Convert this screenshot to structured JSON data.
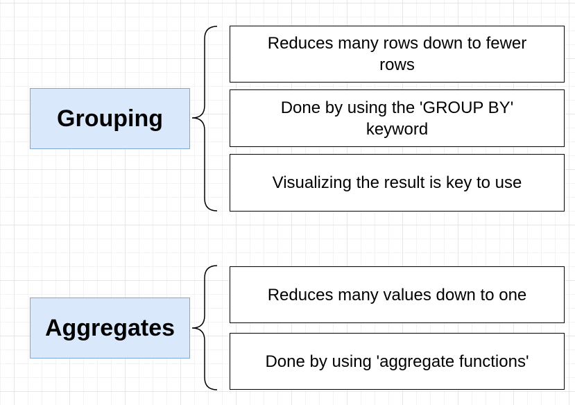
{
  "grouping": {
    "label": "Grouping",
    "notes": [
      "Reduces many rows down to fewer rows",
      "Done by using the 'GROUP BY' keyword",
      "Visualizing the result is key to use"
    ]
  },
  "aggregates": {
    "label": "Aggregates",
    "notes": [
      "Reduces many values down to one",
      "Done by using 'aggregate functions'"
    ]
  },
  "colors": {
    "category_fill": "#dae8fc",
    "category_border": "#7ea6d8",
    "note_border": "#000000"
  }
}
